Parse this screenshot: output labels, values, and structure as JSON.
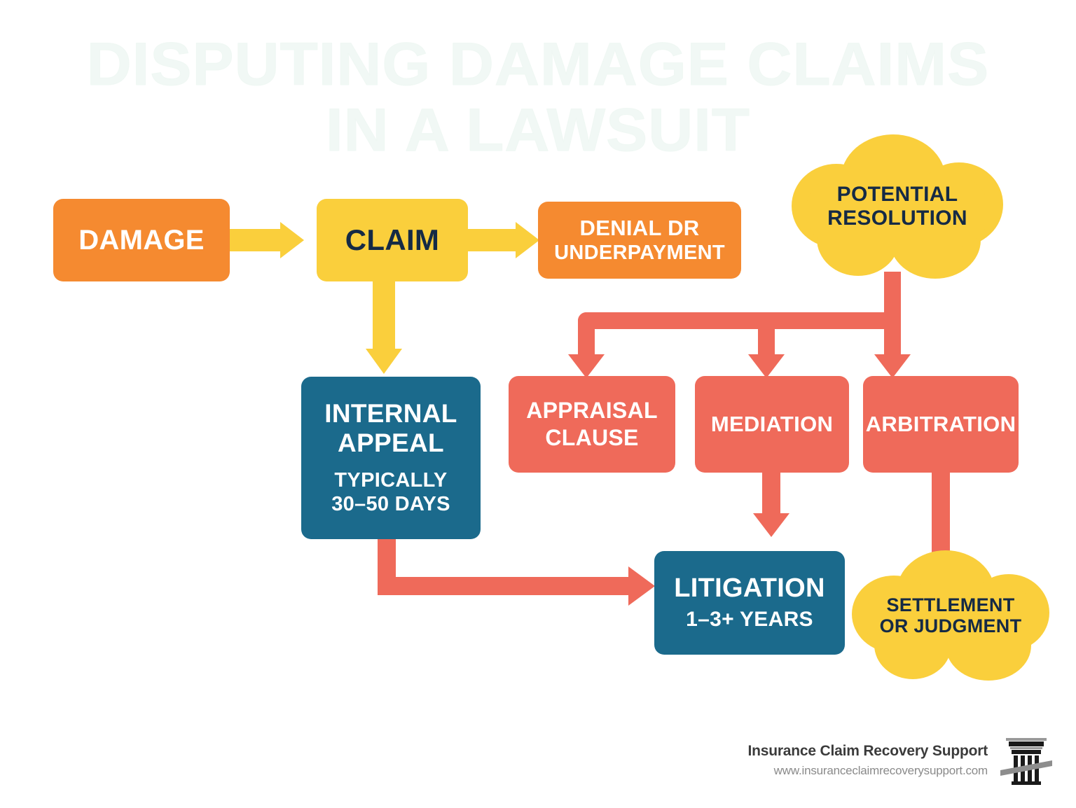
{
  "title": {
    "line1": "DISPUTING DAMAGE CLAIMS",
    "line2": "IN A LAWSUIT"
  },
  "nodes": {
    "damage": {
      "label": "DAMAGE",
      "color": "#f58a30",
      "text_color": "#ffffff"
    },
    "claim": {
      "label": "CLAIM",
      "color": "#facf3c",
      "text_color": "#152a45"
    },
    "denial": {
      "line1": "DENIAL DR",
      "line2": "UNDERPAYMENT",
      "color": "#f58a30",
      "text_color": "#ffffff"
    },
    "potential_resolution": {
      "line1": "POTENTIAL",
      "line2": "RESOLUTION",
      "color": "#facf3c",
      "text_color": "#152a45",
      "shape": "cloud"
    },
    "internal_appeal": {
      "line1": "INTERNAL",
      "line2": "APPEAL",
      "line3": "TYPICALLY",
      "line4": "30–50 DAYS",
      "color": "#1b6a8c",
      "text_color": "#ffffff"
    },
    "appraisal_clause": {
      "line1": "APPRAISAL",
      "line2": "CLAUSE",
      "color": "#ef6a5a",
      "text_color": "#ffffff"
    },
    "mediation": {
      "label": "MEDIATION",
      "color": "#ef6a5a",
      "text_color": "#ffffff"
    },
    "arbitration": {
      "label": "ARBITRATION",
      "color": "#ef6a5a",
      "text_color": "#ffffff"
    },
    "litigation": {
      "line1": "LITIGATION",
      "line2": "1–3+ YEARS",
      "color": "#1b6a8c",
      "text_color": "#ffffff"
    },
    "settlement": {
      "line1": "SETTLEMENT",
      "line2": "OR JUDGMENT",
      "color": "#facf3c",
      "text_color": "#152a45",
      "shape": "cloud"
    }
  },
  "footer": {
    "brand": "Insurance Claim Recovery Support",
    "url": "www.insuranceclaimrecoverysupport.com",
    "logo": "courthouse-pillar-icon"
  },
  "palette": {
    "orange": "#f58a30",
    "yellow": "#facf3c",
    "teal": "#1b6a8c",
    "red": "#ef6a5a",
    "navy_text": "#152a45",
    "background": "#ffffff",
    "watermark": "#f1f8f5"
  }
}
